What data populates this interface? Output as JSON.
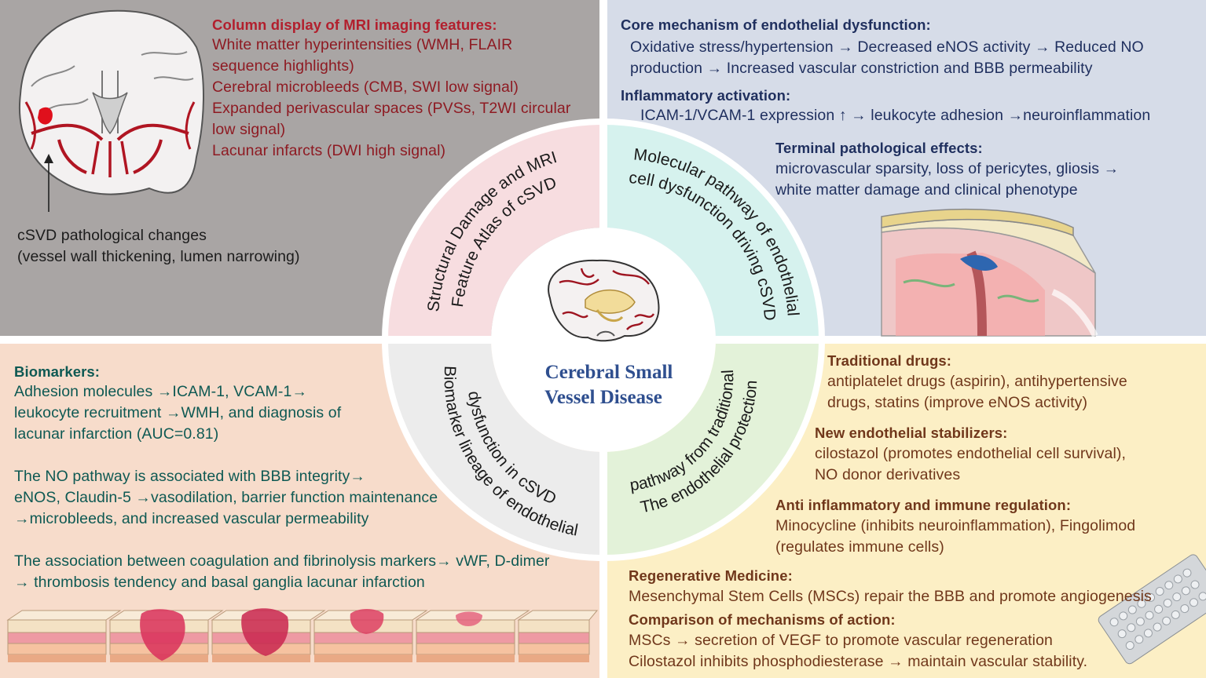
{
  "center": {
    "title_line1": "Cerebral Small",
    "title_line2": "Vessel Disease"
  },
  "ring_labels": {
    "structural_line1": "Structural Damage and MRI",
    "structural_line2": "Feature Atlas of cSVD",
    "molecular_line1": "Molecular pathway of endothelial",
    "molecular_line2": "cell dysfunction driving cSVD",
    "biomarker_line1": "Biomarker lineage of endothelial",
    "biomarker_line2": "dysfunction in cSVD",
    "protection_line1": "The endothelial protection",
    "protection_line2": "pathway from traditional"
  },
  "top_left": {
    "heading": "Column display of MRI imaging features:",
    "lines": [
      "White matter hyperintensities (WMH, FLAIR",
      "sequence highlights)",
      "Cerebral microbleeds (CMB, SWI low signal)",
      "Expanded perivascular spaces (PVSs, T2WI circular",
      "low signal)",
      "Lacunar infarcts (DWI high signal)"
    ],
    "caption_line1": "cSVD pathological changes",
    "caption_line2": "(vessel wall thickening, lumen narrowing)"
  },
  "top_right": {
    "core_heading": "Core mechanism of endothelial dysfunction:",
    "core_line1": "Oxidative stress/hypertension → Decreased eNOS activity → Reduced NO",
    "core_line2": "production → Increased vascular constriction and BBB permeability",
    "inflam_heading": "Inflammatory activation:",
    "inflam_line1": "ICAM-1/VCAM-1 expression ↑ → leukocyte adhesion →neuroinflammation",
    "terminal_heading": "Terminal pathological effects:",
    "terminal_line1": "microvascular sparsity, loss of pericytes, gliosis →",
    "terminal_line2": "white matter damage and clinical phenotype"
  },
  "bottom_left": {
    "heading": "Biomarkers:",
    "lines": [
      "Adhesion molecules →ICAM-1, VCAM-1→",
      " leukocyte recruitment →WMH, and diagnosis of",
      "lacunar infarction (AUC=0.81)",
      "The NO pathway is associated with BBB integrity→",
      "eNOS, Claudin-5 →vasodilation, barrier function maintenance",
      "→microbleeds, and increased vascular permeability",
      "The association between coagulation and fibrinolysis markers→ vWF, D-dimer",
      "→ thrombosis tendency and basal ganglia lacunar infarction"
    ]
  },
  "bottom_right": {
    "trad_heading": "Traditional drugs:",
    "trad_line1": "antiplatelet drugs (aspirin), antihypertensive",
    "trad_line2": "drugs, statins (improve eNOS activity)",
    "stab_heading": "New endothelial stabilizers:",
    "stab_line1": "cilostazol (promotes endothelial cell survival),",
    "stab_line2": "NO donor derivatives",
    "anti_heading": "Anti inflammatory and immune regulation:",
    "anti_line1": "Minocycline (inhibits neuroinflammation), Fingolimod",
    "anti_line2": "(regulates immune cells)",
    "regen_heading": "Regenerative Medicine:",
    "regen_line1": "Mesenchymal Stem Cells (MSCs) repair the BBB and promote angiogenesis",
    "comp_heading": "Comparison of mechanisms of action:",
    "comp_line1": "MSCs → secretion of VEGF to promote vascular regeneration",
    "comp_line2": "Cilostazol inhibits phosphodiesterase → maintain vascular stability."
  },
  "colors": {
    "top_left_bg": "#a9a5a4",
    "top_right_bg": "#d6dce8",
    "bottom_left_bg": "#f7dccb",
    "bottom_right_bg": "#fcefc5",
    "ring_pink": "#f7dde0",
    "ring_cyan": "#d6f2ee",
    "ring_grey": "#ececec",
    "ring_green": "#e3f2d9",
    "title_blue": "#2f4f8f"
  }
}
